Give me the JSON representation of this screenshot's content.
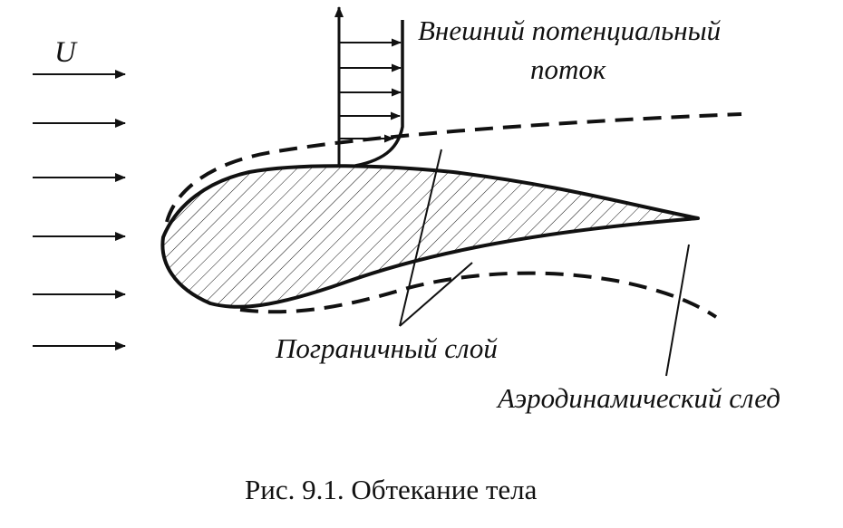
{
  "diagram": {
    "velocity_label": "U",
    "outer_flow_line1": "Внешний потенциальный",
    "outer_flow_line2": "поток",
    "boundary_layer_label": "Пограничный слой",
    "wake_label": "Аэродинамический след",
    "caption": "Рис. 9.1. Обтекание тела"
  },
  "colors": {
    "ink": "#111111",
    "background": "#ffffff"
  }
}
